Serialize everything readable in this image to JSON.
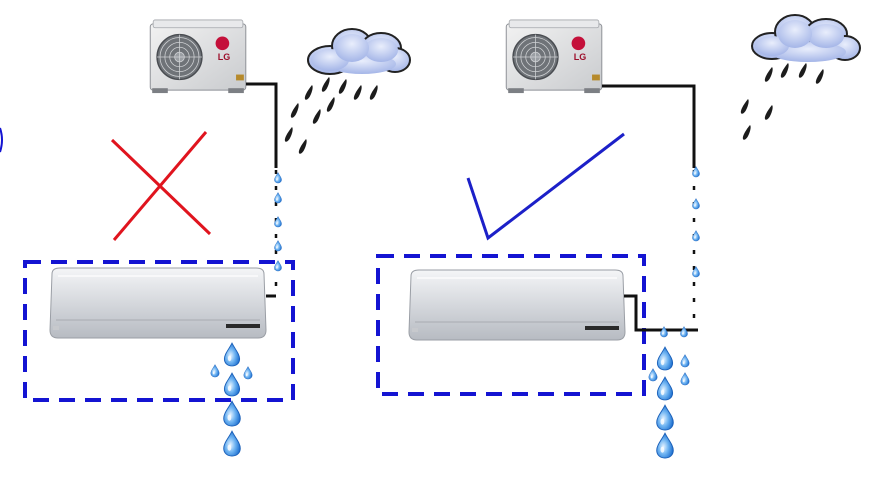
{
  "panels": [
    {
      "id": "incorrect",
      "outdoor_unit": {
        "brand": "LG"
      },
      "verdict": "cross",
      "indoor_unit": {}
    },
    {
      "id": "correct",
      "outdoor_unit": {
        "brand": "LG"
      },
      "verdict": "check",
      "indoor_unit": {}
    }
  ],
  "colors": {
    "cross": "#e0141e",
    "check": "#1c20c8",
    "frame": "#1414d2",
    "pipe": "#111111",
    "water": "#3a8ee6",
    "rain": "#222222",
    "cloud": "#b9c7ef"
  }
}
